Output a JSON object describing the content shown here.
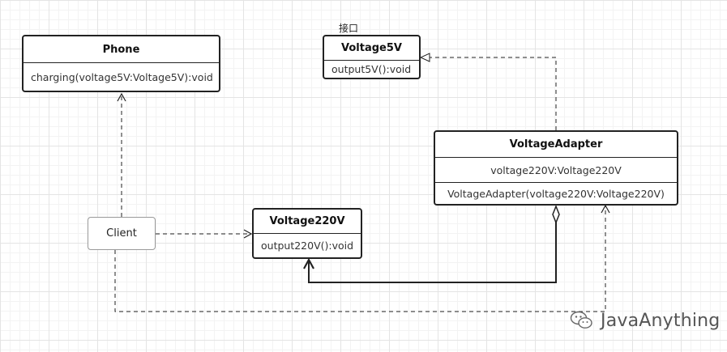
{
  "classes": {
    "phone": {
      "name": "Phone",
      "method": "charging(voltage5V:Voltage5V):void"
    },
    "voltage5v": {
      "stereotype": "接口",
      "name": "Voltage5V",
      "method": "output5V():void"
    },
    "voltage_adapter": {
      "name": "VoltageAdapter",
      "field": "voltage220V:Voltage220V",
      "method": "VoltageAdapter(voltage220V:Voltage220V)"
    },
    "voltage220v": {
      "name": "Voltage220V",
      "method": "output220V():void"
    }
  },
  "client": {
    "label": "Client"
  },
  "watermark": {
    "text": "JavaAnything",
    "icon": "wechat-icon"
  },
  "colors": {
    "line": "#222222",
    "grid": "#e4e4e4",
    "watermark": "#555555"
  }
}
